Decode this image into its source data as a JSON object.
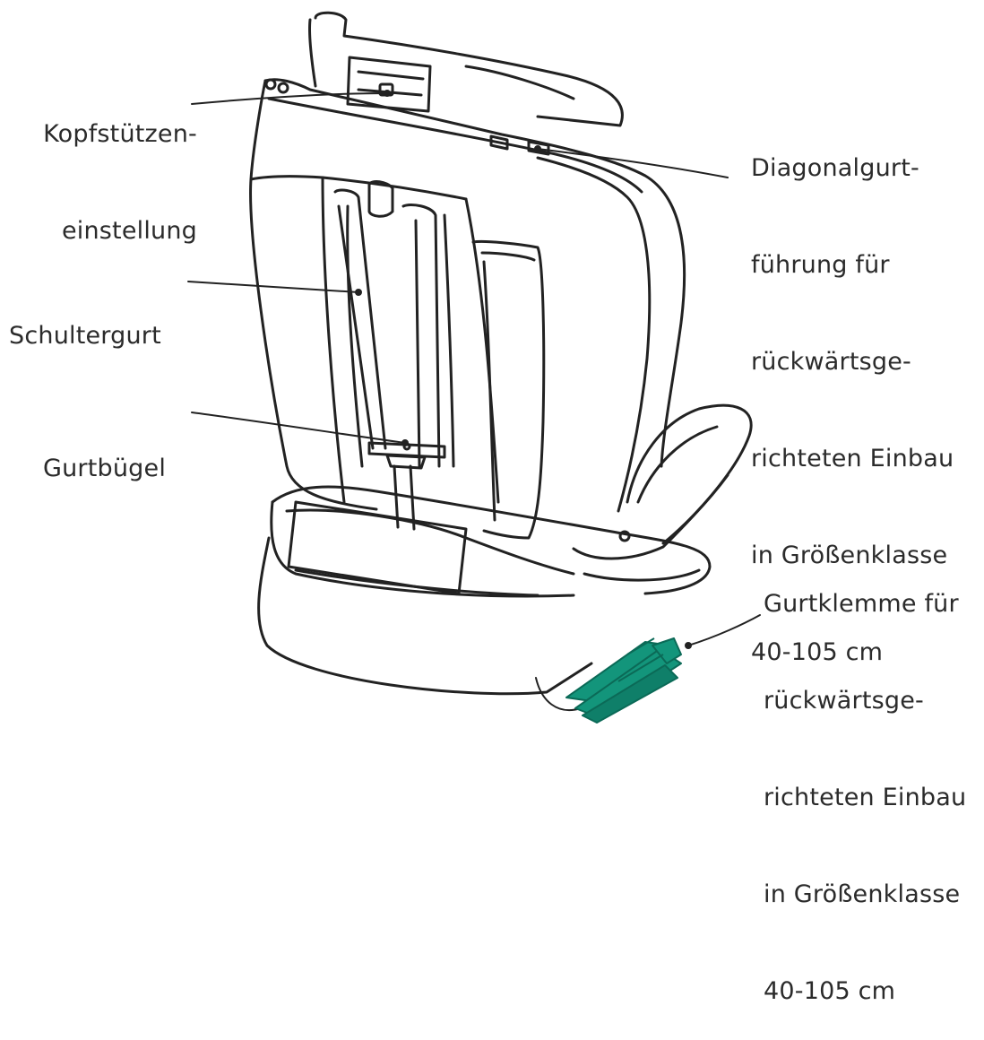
{
  "labels": {
    "kopfstuetze": [
      "Kopfstützen-",
      "einstellung"
    ],
    "schultergurt": [
      "Schultergurt"
    ],
    "gurtbuegel": [
      "Gurtbügel"
    ],
    "diagonalgurt": [
      "Diagonalgurt-",
      "führung für",
      "rückwärtsge-",
      "richteten Einbau",
      "in Größenklasse",
      "40-105 cm"
    ],
    "gurtklemme": [
      "Gurtklemme für",
      "rückwärtsge-",
      "richteten Einbau",
      "in Größenklasse",
      "40-105 cm"
    ]
  },
  "colors": {
    "outline": "#222222",
    "clip": "#13957b",
    "clip_dark": "#0b6a57",
    "text": "#2b2b2b"
  }
}
